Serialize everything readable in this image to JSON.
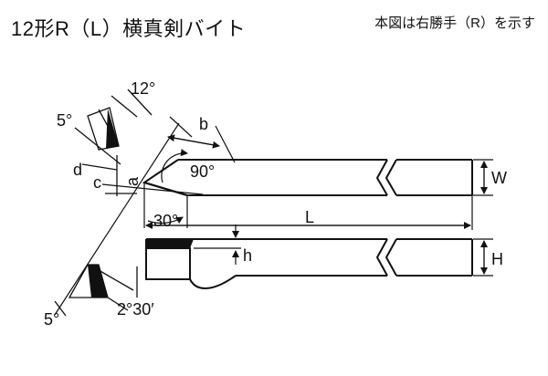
{
  "header": {
    "title": "12形R（L）横真剣バイト",
    "note": "本図は右勝手（R）を示す"
  },
  "dims": {
    "angle_12": "12°",
    "angle_5_top": "5°",
    "d": "d",
    "c": "c",
    "a": "a",
    "b": "b",
    "angle_90": "90°",
    "angle_30": "30°",
    "L": "L",
    "W": "W",
    "h": "h",
    "H": "H",
    "angle_5_bottom": "5°",
    "angle_2_30": "2°30′"
  },
  "colors": {
    "line": "#111111",
    "fill": "#111111"
  }
}
